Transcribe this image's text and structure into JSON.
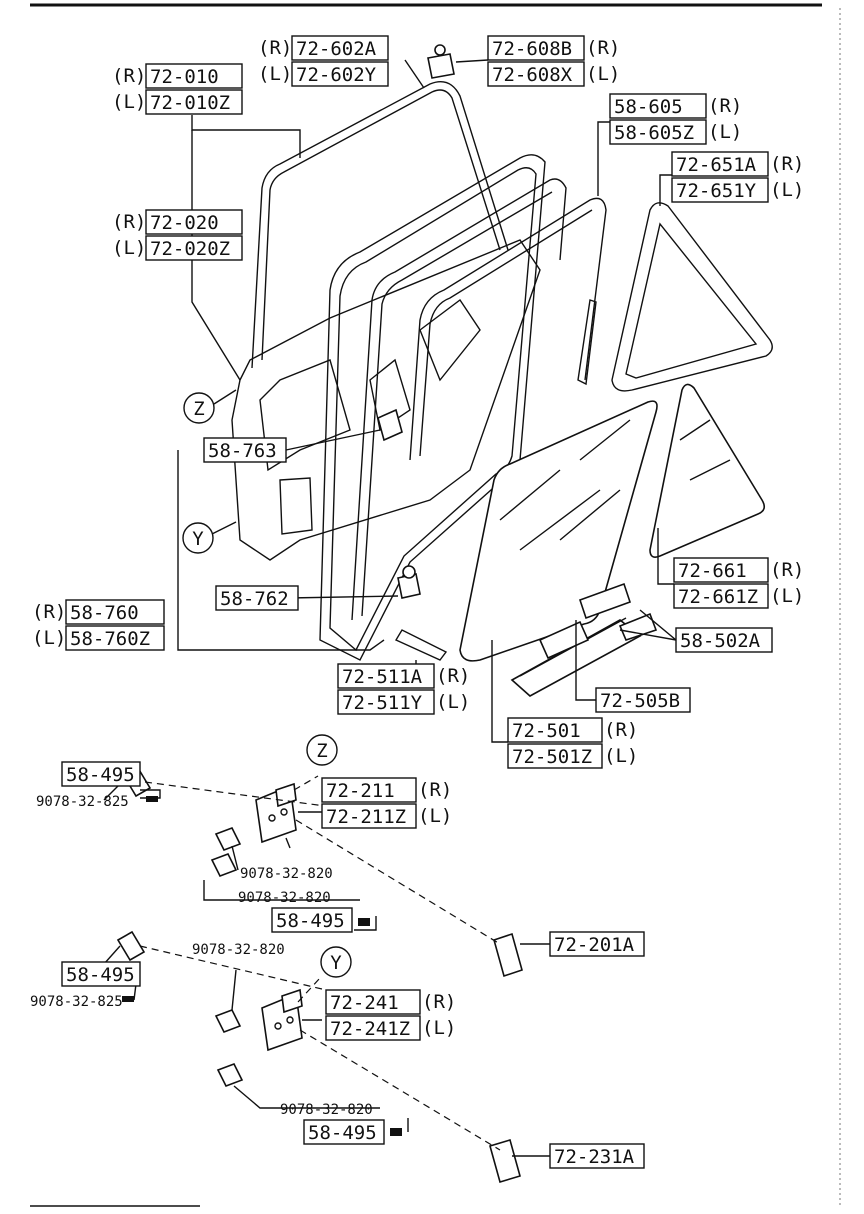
{
  "labels": {
    "l_72_602A": "72-602A",
    "l_72_602Y": "72-602Y",
    "l_72_608B": "72-608B",
    "l_72_608X": "72-608X",
    "l_72_010": "72-010",
    "l_72_010Z": "72-010Z",
    "l_58_605": "58-605",
    "l_58_605Z": "58-605Z",
    "l_72_651A": "72-651A",
    "l_72_651Y": "72-651Y",
    "l_72_020": "72-020",
    "l_72_020Z": "72-020Z",
    "l_58_763": "58-763",
    "l_72_661": "72-661",
    "l_72_661Z": "72-661Z",
    "l_58_762": "58-762",
    "l_58_760": "58-760",
    "l_58_760Z": "58-760Z",
    "l_58_502A": "58-502A",
    "l_72_511A": "72-511A",
    "l_72_511Y": "72-511Y",
    "l_72_505B": "72-505B",
    "l_72_501": "72-501",
    "l_72_501Z": "72-501Z",
    "l_58_495_a": "58-495",
    "l_9078_825_a": "9078-32-825",
    "l_72_211": "72-211",
    "l_72_211Z": "72-211Z",
    "l_9078_820_a": "9078-32-820",
    "l_9078_820_b": "9078-32-820",
    "l_58_495_b": "58-495",
    "l_72_201A": "72-201A",
    "l_9078_820_c": "9078-32-820",
    "l_58_495_c": "58-495",
    "l_9078_825_b": "9078-32-825",
    "l_72_241": "72-241",
    "l_72_241Z": "72-241Z",
    "l_9078_820_d": "9078-32-820",
    "l_58_495_d": "58-495",
    "l_72_231A": "72-231A"
  },
  "side": {
    "right": "(R)",
    "left": "(L)"
  },
  "callouts": {
    "z": "Z",
    "y": "Y"
  }
}
